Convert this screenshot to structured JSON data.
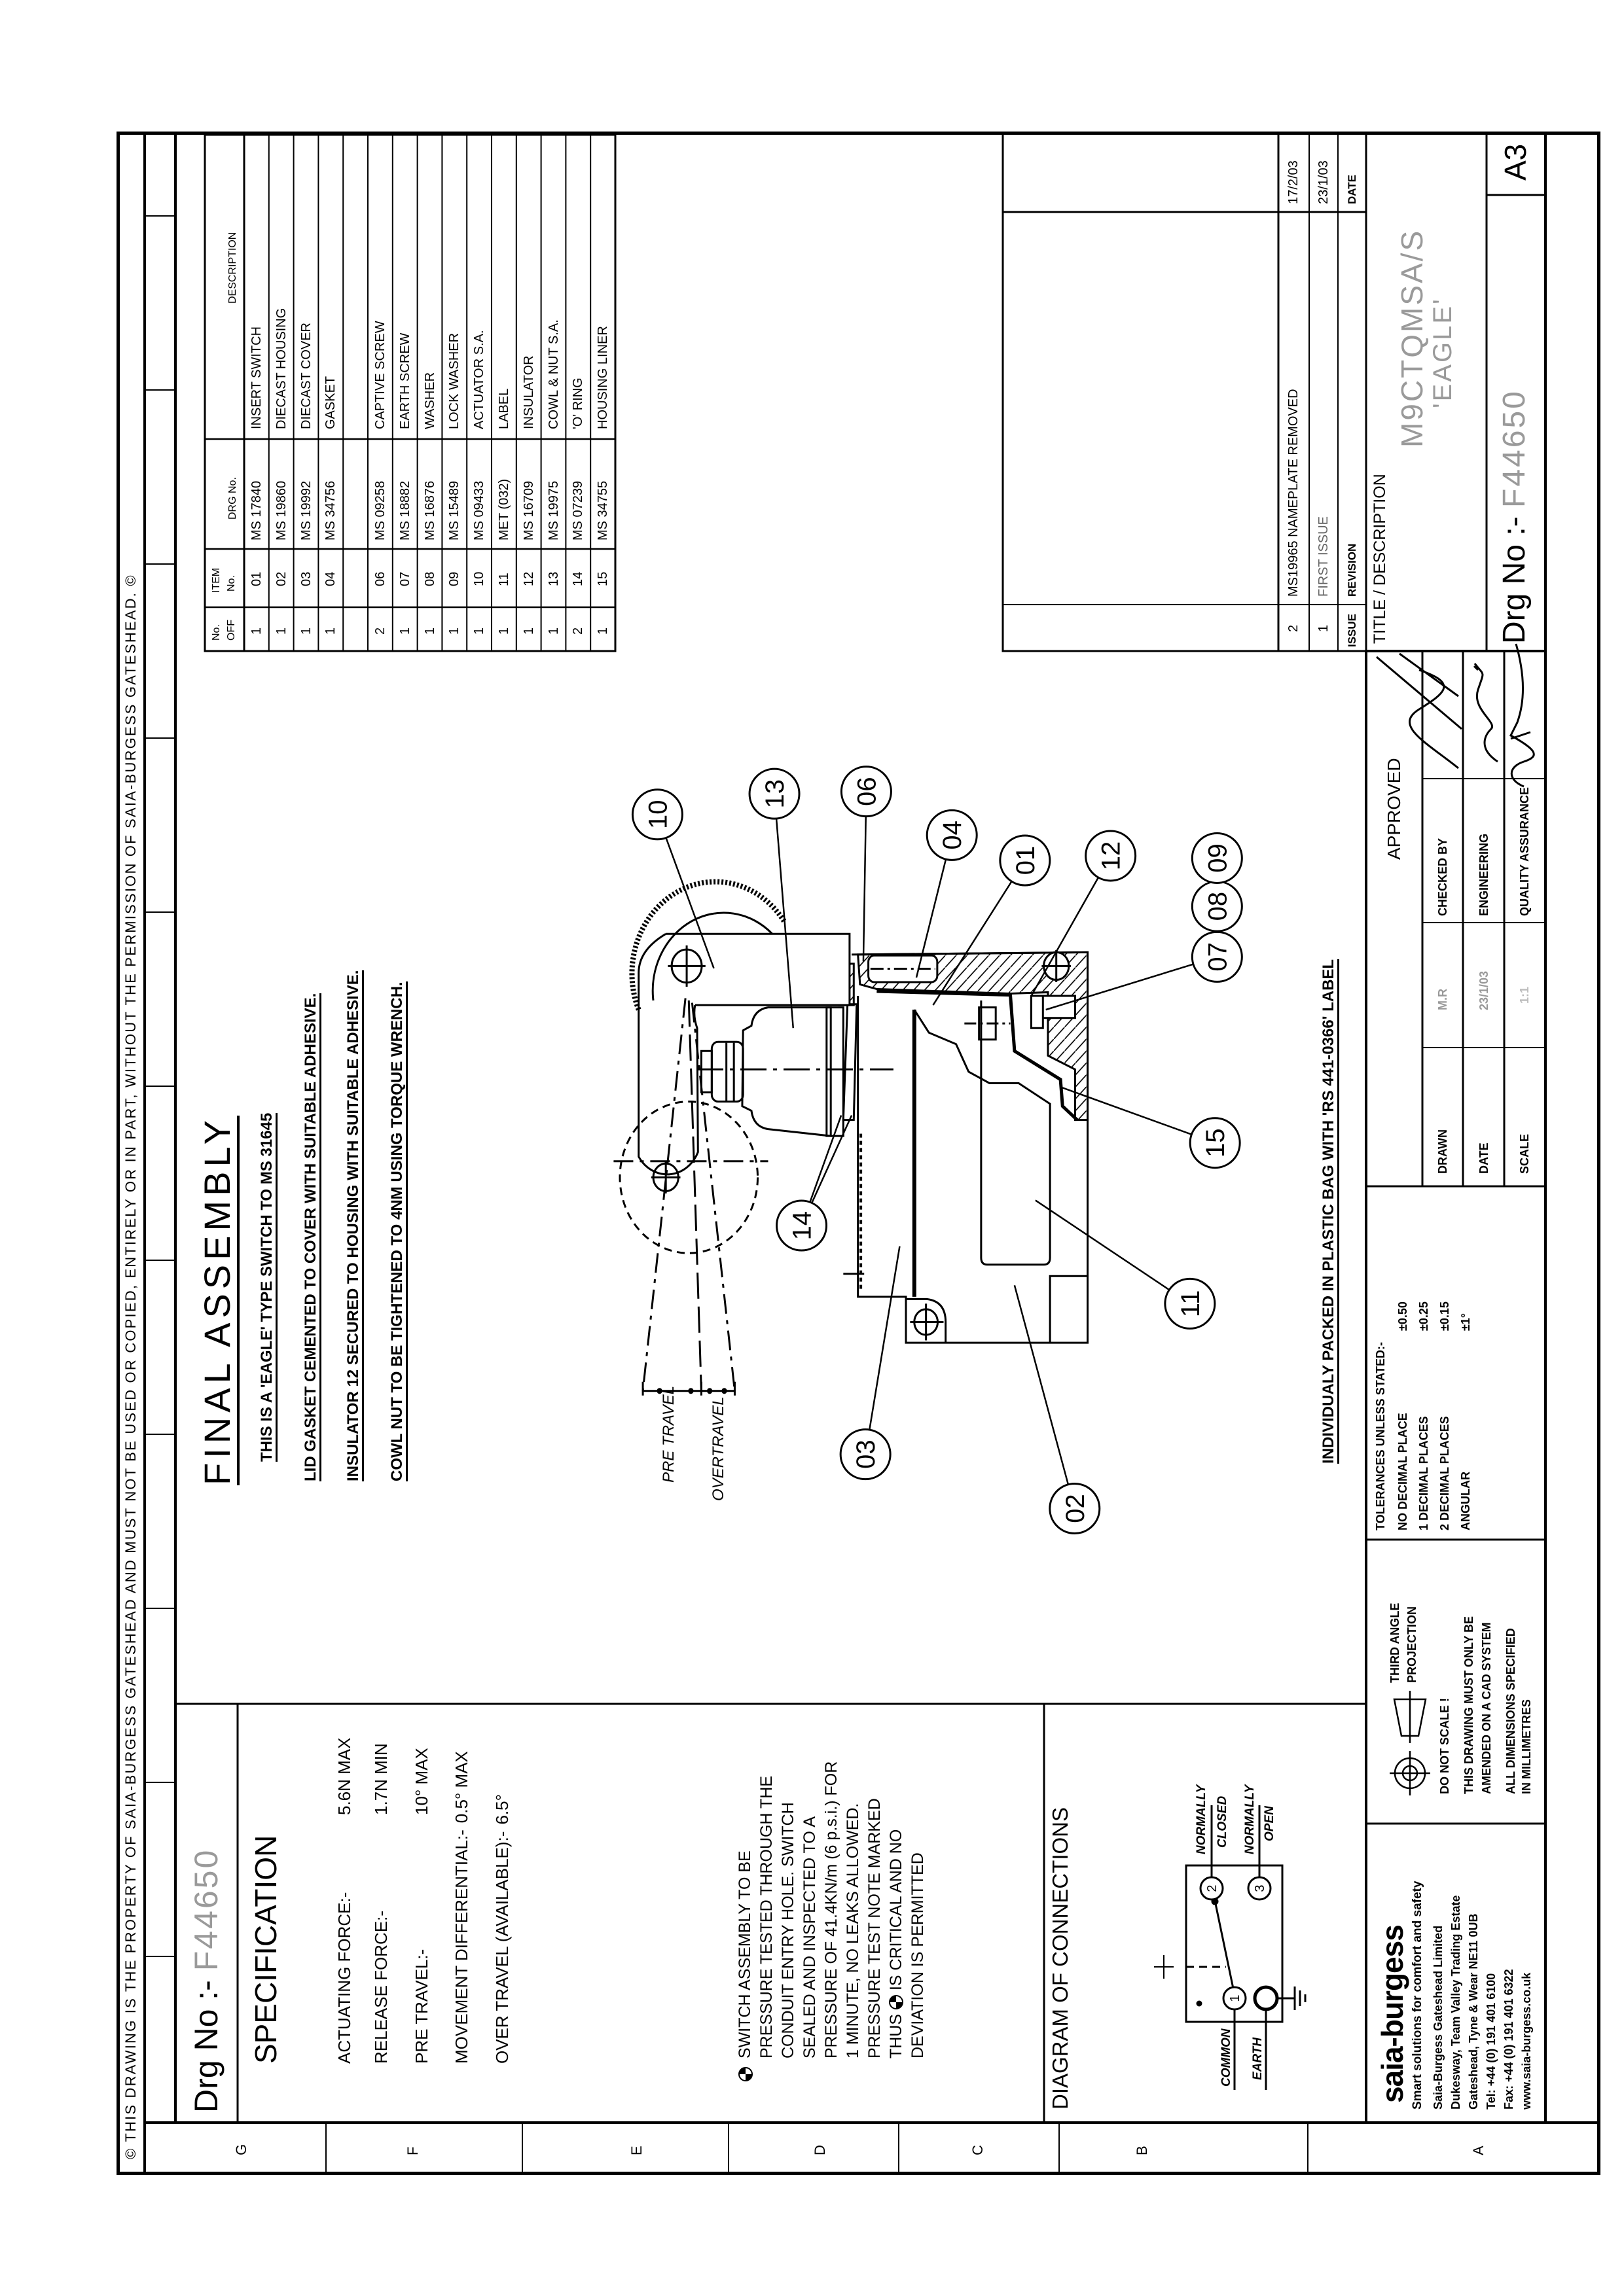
{
  "copyright": "© THIS DRAWING IS THE PROPERTY OF SAIA-BURGESS GATESHEAD AND MUST NOT BE USED OR COPIED, ENTIRELY OR IN PART, WITHOUT THE PERMISSION OF SAIA-BURGESS GATESHEAD. ©",
  "row_letters": [
    "G",
    "F",
    "E",
    "D",
    "C",
    "B",
    "A"
  ],
  "header": {
    "drg_label": "Drg No :-",
    "drg_number": "F44650"
  },
  "specification": {
    "title": "SPECIFICATION",
    "rows": [
      {
        "label": "ACTUATING FORCE:-",
        "value": "5.6N MAX"
      },
      {
        "label": "RELEASE FORCE:-",
        "value": "1.7N MIN"
      },
      {
        "label": "PRE TRAVEL:-",
        "value": "10° MAX"
      },
      {
        "label": "MOVEMENT DIFFERENTIAL:-",
        "value": "0.5° MAX"
      },
      {
        "label": "OVER TRAVEL (AVAILABLE):-",
        "value": "6.5°"
      }
    ]
  },
  "pressure_note": {
    "lines": [
      "SWITCH ASSEMBLY TO BE",
      "PRESSURE TESTED THROUGH THE",
      "CONDUIT ENTRY HOLE. SWITCH",
      "SEALED AND INSPECTED TO A",
      "PRESSURE OF 41.4KN/m  (6 p.s.i.) FOR",
      "1 MINUTE, NO LEAKS ALLOWED.",
      "PRESSURE TEST NOTE MARKED",
      "THUS",
      "DEVIATION IS PERMITTED"
    ],
    "thus_rest": "IS CRITICAL AND NO"
  },
  "diagram": {
    "title": "DIAGRAM OF CONNECTIONS",
    "terminals": [
      "1",
      "2",
      "3"
    ],
    "common": "COMMON",
    "earth": "EARTH",
    "normally": "NORMALLY",
    "closed": "CLOSED",
    "open": "OPEN"
  },
  "assembly": {
    "title": "FINAL ASSEMBLY",
    "notes": [
      "THIS IS A 'EAGLE' TYPE SWITCH TO MS 31645",
      "LID GASKET CEMENTED TO COVER WITH SUITABLE ADHESIVE.",
      "INSULATOR 12 SECURED TO HOUSING WITH SUITABLE ADHESIVE.",
      "COWL NUT TO BE TIGHTENED TO 4NM USING TORQUE WRENCH."
    ],
    "packing": "INDIVIDUALY PACKED IN PLASTIC BAG WITH 'RS 441-0366' LABEL",
    "pre_travel": "PRE TRAVEL",
    "overtravel": "OVERTRAVEL",
    "balloons": [
      "10",
      "13",
      "06",
      "04",
      "01",
      "12",
      "07",
      "08",
      "09",
      "15",
      "11",
      "14",
      "03",
      "02"
    ]
  },
  "parts_list": {
    "headers": {
      "no_off_1": "No.",
      "no_off_2": "OFF",
      "item_1": "ITEM",
      "item_2": "No.",
      "drg": "DRG No.",
      "desc": "DESCRIPTION"
    },
    "rows": [
      [
        "1",
        "01",
        "MS 17840",
        "INSERT SWITCH"
      ],
      [
        "1",
        "02",
        "MS 19860",
        "DIECAST HOUSING"
      ],
      [
        "1",
        "03",
        "MS 19992",
        "DIECAST COVER"
      ],
      [
        "1",
        "04",
        "MS 34756",
        "GASKET"
      ],
      [
        "",
        "",
        "",
        ""
      ],
      [
        "2",
        "06",
        "MS 09258",
        "CAPTIVE SCREW"
      ],
      [
        "1",
        "07",
        "MS 18882",
        "EARTH SCREW"
      ],
      [
        "1",
        "08",
        "MS 16876",
        "WASHER"
      ],
      [
        "1",
        "09",
        "MS 15489",
        "LOCK WASHER"
      ],
      [
        "1",
        "10",
        "MS 09433",
        "ACTUATOR S.A."
      ],
      [
        "1",
        "11",
        "MET (032)",
        "LABEL"
      ],
      [
        "1",
        "12",
        "MS 16709",
        "INSULATOR"
      ],
      [
        "1",
        "13",
        "MS 19975",
        "COWL & NUT S.A."
      ],
      [
        "2",
        "14",
        "MS 07239",
        "'O' RING"
      ],
      [
        "1",
        "15",
        "MS 34755",
        "HOUSING LINER"
      ]
    ]
  },
  "revisions": {
    "headers": {
      "issue": "ISSUE",
      "revision": "REVISION",
      "date": "DATE"
    },
    "rows": [
      {
        "issue": "2",
        "revision": "MS19965 NAMEPLATE REMOVED",
        "date": "17/2/03"
      },
      {
        "issue": "1",
        "revision": "FIRST ISSUE",
        "date": "23/1/03"
      }
    ]
  },
  "title_block": {
    "company": {
      "logo": "saia-burgess",
      "tagline": "Smart solutions for comfort and safety",
      "lines": [
        "Saia-Burgess Gateshead Limited",
        "Dukesway, Team Valley Trading Estate",
        "Gateshead, Tyne & Wear NE11 0UB",
        "Tel: +44 (0) 191 401 6100",
        "Fax: +44 (0) 191 401 6322",
        "www.saia-burgess.co.uk"
      ]
    },
    "projection": {
      "label_1": "THIRD ANGLE",
      "label_2": "PROJECTION",
      "notes": [
        "DO NOT SCALE !",
        "THIS DRAWING MUST ONLY BE",
        "AMENDED ON A CAD SYSTEM",
        "ALL DIMENSIONS SPECIFIED",
        "IN MILLIMETRES"
      ]
    },
    "tolerances": {
      "title": "TOLERANCES UNLESS STATED:-",
      "rows": [
        {
          "label": "NO DECIMAL PLACE",
          "value": "±0.50"
        },
        {
          "label": "1 DECIMAL PLACES",
          "value": "±0.25"
        },
        {
          "label": "2 DECIMAL PLACES",
          "value": "±0.15"
        },
        {
          "label": "ANGULAR",
          "value": "±1°"
        }
      ]
    },
    "drawn_label": "DRAWN",
    "drawn_value": "M.R",
    "date_label": "DATE",
    "date_value": "23/1/03",
    "scale_label": "SCALE",
    "scale_value": "1:1",
    "approved": "APPROVED",
    "checked_by": "CHECKED BY",
    "engineering": "ENGINEERING",
    "quality_assurance": "QUALITY ASSURANCE",
    "title_label": "TITLE / DESCRIPTION",
    "title_line_1": "M9CTQMSA/S",
    "title_line_2": "'EAGLE'",
    "drg_label": "Drg No :-",
    "drg_number": "F44650",
    "sheet_size": "A3"
  }
}
